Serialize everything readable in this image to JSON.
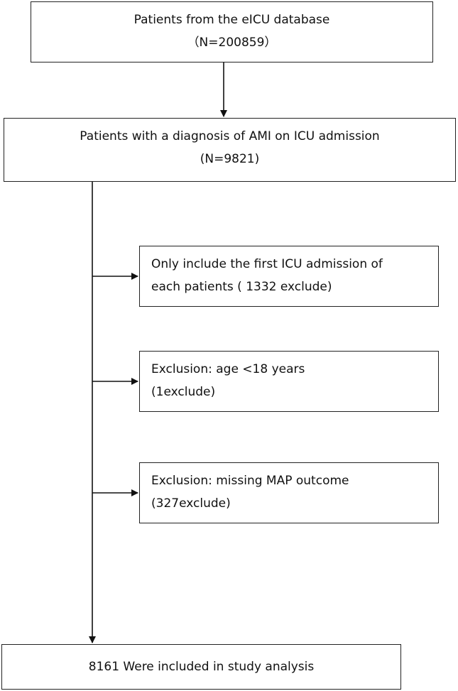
{
  "boxes": {
    "source": {
      "line1": "Patients from the eICU database",
      "line2": "（N=200859）"
    },
    "ami": {
      "line1": "Patients with a diagnosis of AMI on ICU admission",
      "line2": "(N=9821)"
    },
    "first_admission": {
      "line1": "Only include the first ICU admission of",
      "line2": "each patients ( 1332 exclude)"
    },
    "age": {
      "line1": "Exclusion: age <18 years",
      "line2": "(1exclude)"
    },
    "map": {
      "line1": "Exclusion: missing MAP outcome",
      "line2": "(327exclude)"
    },
    "final": {
      "line1": "8161 Were included in study analysis"
    }
  }
}
